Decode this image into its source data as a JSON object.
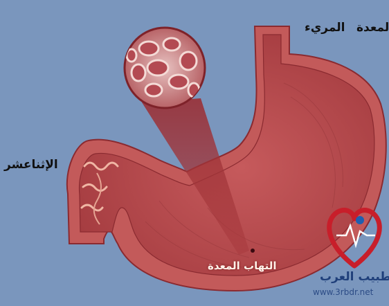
{
  "labels": {
    "esophagus": "المريء",
    "stomach": "المعدة",
    "duodenum": "الإثناعشر",
    "gastritis": "التهاب المعدة"
  },
  "watermark": {
    "name": "طبيب العرب",
    "url": "www.3rbdr.net",
    "logo": "heart-ecg-logo"
  },
  "colors": {
    "background": "#7a96bd",
    "stomach_outer": "#c35a5a",
    "stomach_inner": "#b24a4c",
    "logo_red": "#c81e2a"
  }
}
